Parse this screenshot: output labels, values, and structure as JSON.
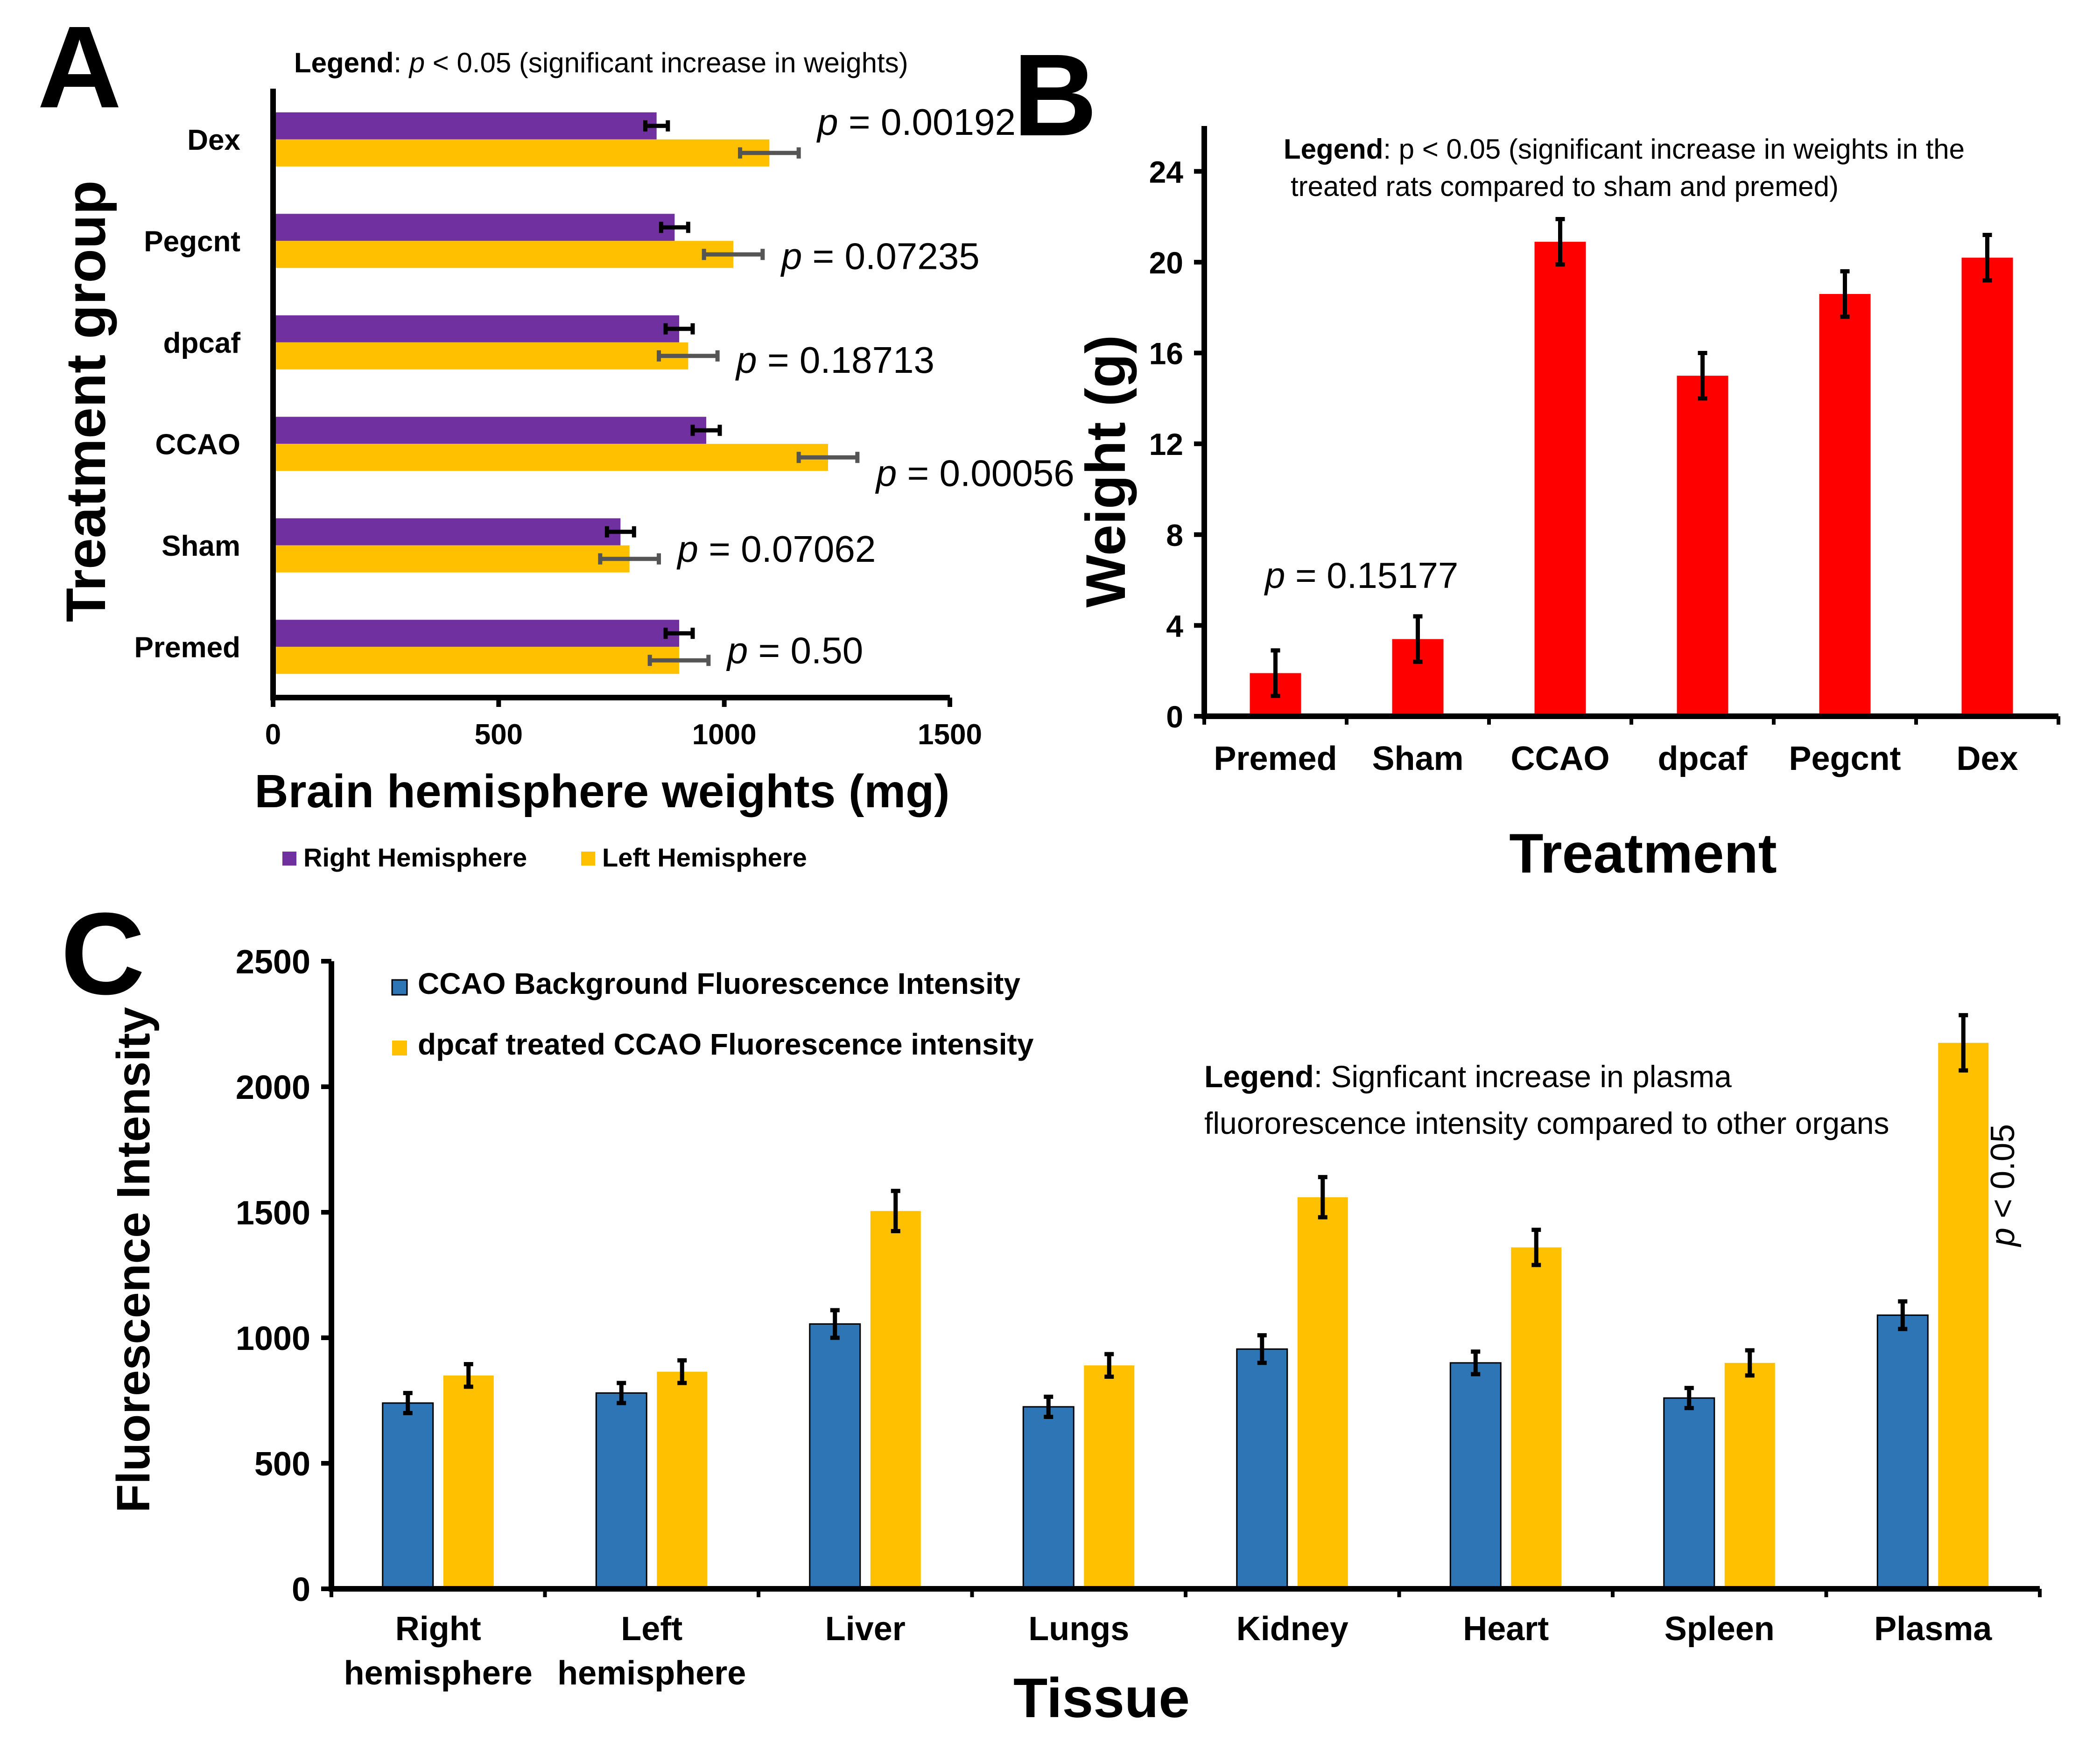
{
  "panel_letters": {
    "a": "A",
    "b": "B",
    "c": "C"
  },
  "colors": {
    "purple": "#7030A0",
    "gold": "#FFC000",
    "red": "#FF0000",
    "blue": "#2E75B6",
    "axis": "#000000",
    "errbar_grey": "#555555"
  },
  "chart_data": [
    {
      "id": "A",
      "type": "bar",
      "orientation": "horizontal",
      "title": "",
      "legend_note": {
        "bold": "Legend",
        "p": "p",
        "rest": " < 0.05 (significant increase in weights)"
      },
      "xlabel": "Brain hemisphere weights (mg)",
      "ylabel": "Treatment group",
      "xlim": [
        0,
        1500
      ],
      "xticks": [
        "0",
        "500",
        "1000",
        "1500"
      ],
      "categories": [
        "Premed",
        "Sham",
        "CCAO",
        "dpcaf",
        "Pegcnt",
        "Dex"
      ],
      "series": [
        {
          "name": "Right Hemisphere",
          "color": "#7030A0",
          "values": [
            900,
            770,
            960,
            900,
            890,
            850
          ],
          "errors": [
            30,
            30,
            30,
            30,
            30,
            25
          ]
        },
        {
          "name": "Left Hemisphere",
          "color": "#FFC000",
          "values": [
            900,
            790,
            1230,
            920,
            1020,
            1100
          ],
          "errors": [
            65,
            65,
            65,
            65,
            65,
            65
          ]
        }
      ],
      "p_values": [
        "= 0.50",
        "= 0.07062",
        "= 0.00056",
        "= 0.18713",
        "= 0.07235",
        "= 0.00192"
      ],
      "p_symbol": "p",
      "legend_placement": "bottom"
    },
    {
      "id": "B",
      "type": "bar",
      "title": "",
      "legend_note": {
        "bold": "Legend",
        "line1": ": p < 0.05 (significant increase in weights in the",
        "line2": "treated rats compared to sham and premed)"
      },
      "xlabel": "Treatment",
      "ylabel": "Weight (g)",
      "ylim": [
        0,
        26
      ],
      "yticks": [
        "0",
        "4",
        "8",
        "12",
        "16",
        "20",
        "24"
      ],
      "categories": [
        "Premed",
        "Sham",
        "CCAO",
        "dpcaf",
        "Pegcnt",
        "Dex"
      ],
      "values": [
        1.9,
        3.4,
        20.9,
        15.0,
        18.6,
        20.2
      ],
      "errors": [
        1.0,
        1.0,
        1.0,
        1.0,
        1.0,
        1.0
      ],
      "annotation": {
        "p": "p",
        "text": " = 0.15177"
      },
      "color": "#FF0000"
    },
    {
      "id": "C",
      "type": "bar",
      "title": "",
      "legend_note": {
        "bold": "Legend",
        "line1": ": Signficant increase in plasma",
        "line2": "fluororescence intensity compared to other organs"
      },
      "xlabel": "Tissue",
      "ylabel": "Fluorescence Intensity",
      "ylim": [
        0,
        2500
      ],
      "yticks": [
        "0",
        "500",
        "1000",
        "1500",
        "2000",
        "2500"
      ],
      "categories": [
        [
          "Right",
          "hemisphere"
        ],
        [
          "Left",
          "hemisphere"
        ],
        [
          "Liver"
        ],
        [
          "Lungs"
        ],
        [
          "Kidney"
        ],
        [
          "Heart"
        ],
        [
          "Spleen"
        ],
        [
          "Plasma"
        ]
      ],
      "series": [
        {
          "name": "CCAO Background Fluorescence Intensity",
          "color": "#2E75B6",
          "values": [
            740,
            780,
            1055,
            725,
            955,
            900,
            760,
            1090
          ],
          "errors": [
            40,
            40,
            55,
            40,
            55,
            45,
            40,
            55
          ]
        },
        {
          "name": "dpcaf treated CCAO Fluorescence intensity",
          "color": "#FFC000",
          "values": [
            850,
            865,
            1505,
            890,
            1560,
            1360,
            900,
            2175
          ],
          "errors": [
            45,
            45,
            80,
            45,
            80,
            70,
            50,
            110
          ]
        }
      ],
      "annotation": {
        "p": "p",
        "text": " < 0.05"
      },
      "legend_placement": "top-left"
    }
  ]
}
